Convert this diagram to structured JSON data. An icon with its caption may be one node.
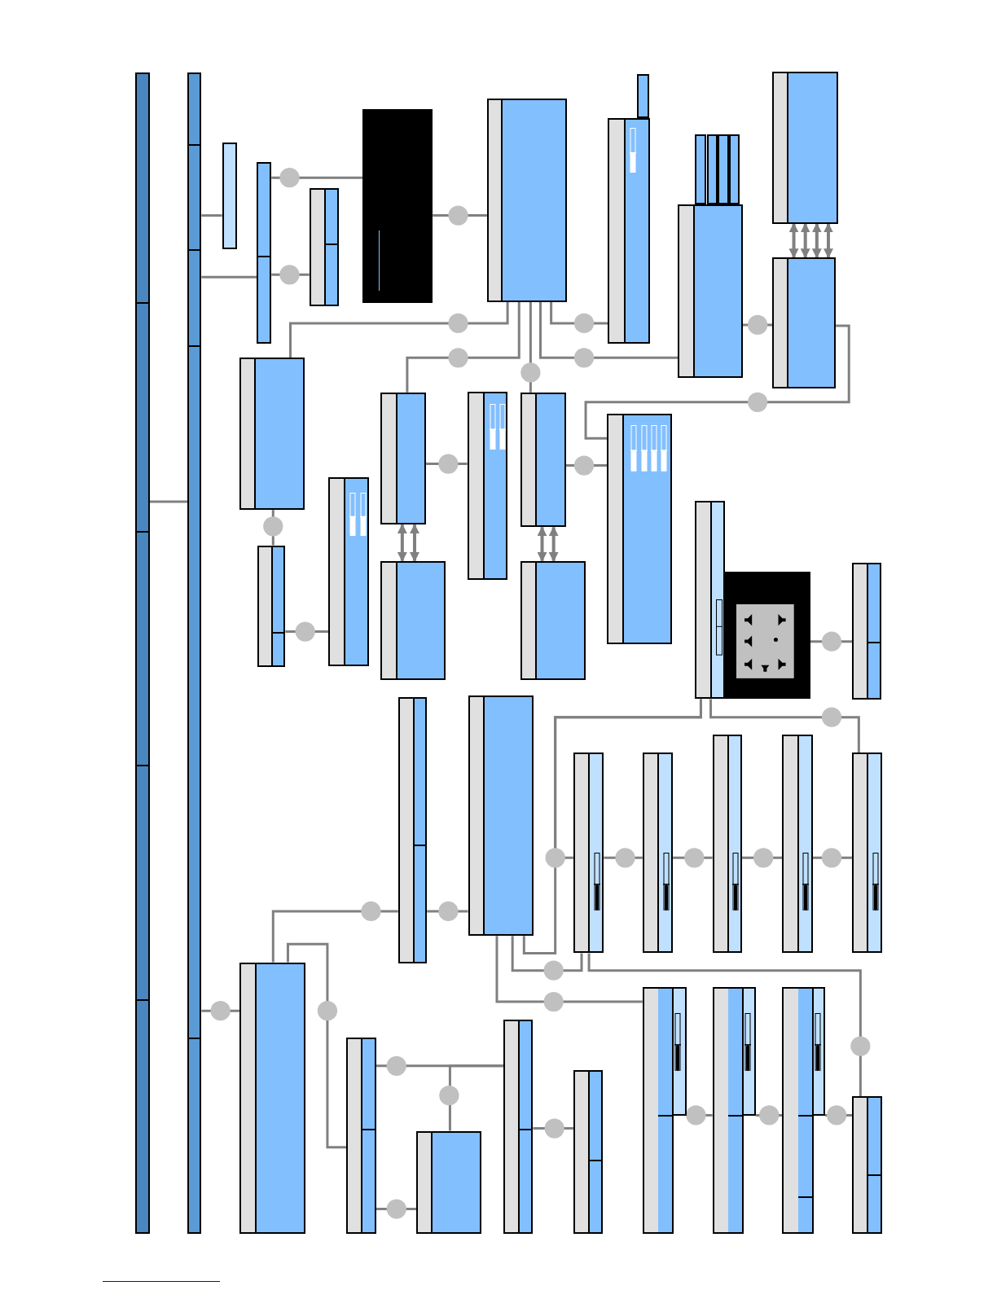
{
  "diagram": {
    "nodes": [
      {
        "text": [],
        "shape": "box"
      },
      {
        "text": [],
        "shape": "box"
      },
      {
        "text": [],
        "shape": "box"
      },
      {
        "text": [],
        "shape": "box"
      },
      {
        "text": [],
        "shape": "box"
      },
      {
        "text": [],
        "shape": "box"
      },
      {
        "text": [],
        "shape": "box"
      },
      {
        "text": [],
        "shape": "box"
      },
      {
        "text": [],
        "shape": "box"
      },
      {
        "text": [],
        "shape": "box"
      },
      {
        "text": [],
        "shape": "box"
      },
      {
        "text": [],
        "shape": "box"
      },
      {
        "text": [],
        "shape": "box"
      },
      {
        "text": [],
        "shape": "box"
      },
      {
        "text": [],
        "shape": "box"
      },
      {
        "text": [],
        "shape": "box"
      },
      {
        "text": [],
        "shape": "box"
      },
      {
        "text": [],
        "shape": "box"
      },
      {
        "text": [],
        "shape": "box"
      },
      {
        "text": [],
        "shape": "box"
      },
      {
        "text": [],
        "shape": "box"
      },
      {
        "text": [],
        "shape": "box"
      },
      {
        "text": [],
        "shape": "box"
      },
      {
        "text": [],
        "shape": "box"
      },
      {
        "text": [],
        "shape": "box"
      },
      {
        "text": [],
        "shape": "box"
      },
      {
        "text": [],
        "shape": "box"
      },
      {
        "text": [],
        "shape": "box"
      },
      {
        "text": [],
        "shape": "box"
      },
      {
        "text": [],
        "shape": "box"
      },
      {
        "text": [],
        "shape": "box"
      },
      {
        "text": [],
        "shape": "box"
      },
      {
        "text": [],
        "shape": "box"
      },
      {
        "text": [],
        "shape": "box"
      },
      {
        "text": [],
        "shape": "box"
      },
      {
        "text": [],
        "shape": "box"
      },
      {
        "text": [],
        "shape": "box"
      },
      {
        "text": [],
        "shape": "box"
      },
      {
        "text": [],
        "shape": "box"
      },
      {
        "text": [],
        "shape": "box"
      },
      {
        "text": [],
        "shape": "box"
      },
      {
        "text": [],
        "shape": "box"
      },
      {
        "text": [],
        "shape": "box"
      },
      {
        "text": [],
        "shape": "box"
      }
    ],
    "edges": [
      {
        "from": 0,
        "to": 1,
        "arrow": "none"
      },
      {
        "from": 1,
        "to": 2,
        "arrow": "none"
      },
      {
        "from": 1,
        "to": 3,
        "arrow": "none"
      },
      {
        "from": 3,
        "to": 5,
        "arrow": "none"
      },
      {
        "from": 3,
        "to": 4,
        "arrow": "none"
      },
      {
        "from": 5,
        "to": 6,
        "arrow": "none"
      },
      {
        "from": 6,
        "to": 16,
        "arrow": "none"
      },
      {
        "from": 6,
        "to": 19,
        "arrow": "none"
      },
      {
        "from": 6,
        "to": 22,
        "arrow": "none"
      },
      {
        "from": 6,
        "to": 13,
        "arrow": "none"
      },
      {
        "from": 6,
        "to": 8,
        "arrow": "none"
      },
      {
        "from": 13,
        "to": 15,
        "arrow": "none"
      },
      {
        "from": 15,
        "to": 14,
        "arrow": "both"
      },
      {
        "from": 15,
        "to": 14,
        "arrow": "both"
      },
      {
        "from": 15,
        "to": 14,
        "arrow": "both"
      },
      {
        "from": 15,
        "to": 14,
        "arrow": "both"
      },
      {
        "from": 15,
        "to": 24,
        "arrow": "none"
      },
      {
        "from": 16,
        "to": 17,
        "arrow": "none"
      },
      {
        "from": 17,
        "to": 18,
        "arrow": "none"
      },
      {
        "from": 19,
        "to": 20,
        "arrow": "both"
      },
      {
        "from": 19,
        "to": 20,
        "arrow": "both"
      },
      {
        "from": 19,
        "to": 21,
        "arrow": "none"
      },
      {
        "from": 22,
        "to": 23,
        "arrow": "both"
      },
      {
        "from": 22,
        "to": 23,
        "arrow": "both"
      },
      {
        "from": 22,
        "to": 24,
        "arrow": "none"
      },
      {
        "from": 26,
        "to": 27,
        "arrow": "none"
      },
      {
        "from": 25,
        "to": 39,
        "arrow": "none"
      },
      {
        "from": 25,
        "to": 29,
        "arrow": "none"
      },
      {
        "from": 25,
        "to": 35,
        "arrow": "none"
      },
      {
        "from": 29,
        "to": 35,
        "arrow": "none"
      },
      {
        "from": 35,
        "to": 43,
        "arrow": "none"
      },
      {
        "from": 35,
        "to": 36,
        "arrow": "none"
      },
      {
        "from": 36,
        "to": 37,
        "arrow": "none"
      },
      {
        "from": 37,
        "to": 38,
        "arrow": "none"
      },
      {
        "from": 38,
        "to": 39,
        "arrow": "none"
      },
      {
        "from": 29,
        "to": 40,
        "arrow": "none"
      },
      {
        "from": 40,
        "to": 41,
        "arrow": "none"
      },
      {
        "from": 41,
        "to": 42,
        "arrow": "none"
      },
      {
        "from": 42,
        "to": 43,
        "arrow": "none"
      },
      {
        "from": 1,
        "to": 30,
        "arrow": "none"
      },
      {
        "from": 30,
        "to": 28,
        "arrow": "none"
      },
      {
        "from": 28,
        "to": 29,
        "arrow": "none"
      },
      {
        "from": 30,
        "to": 31,
        "arrow": "none"
      },
      {
        "from": 31,
        "to": 33,
        "arrow": "none"
      },
      {
        "from": 33,
        "to": 32,
        "arrow": "none"
      },
      {
        "from": 31,
        "to": 32,
        "arrow": "none"
      },
      {
        "from": 33,
        "to": 34,
        "arrow": "none"
      }
    ]
  }
}
